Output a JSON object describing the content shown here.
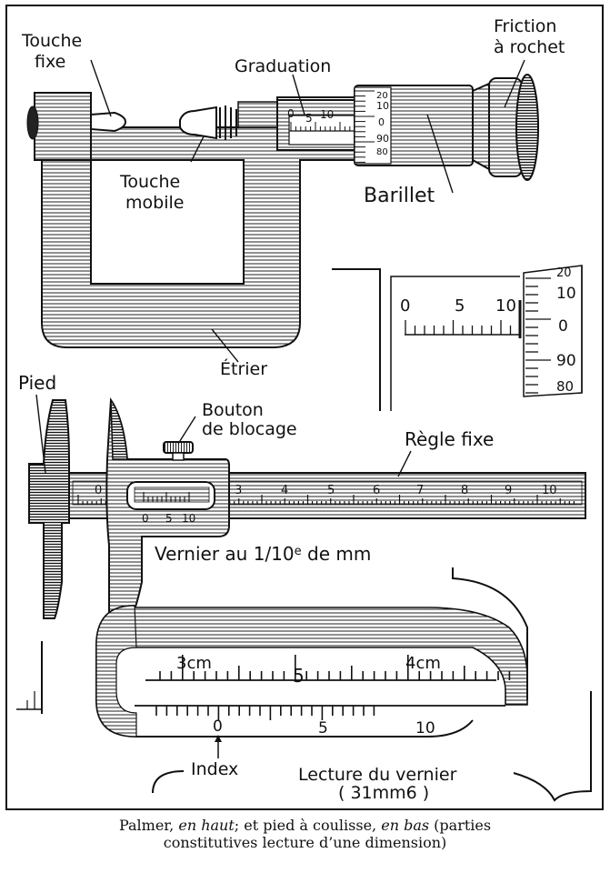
{
  "palmer": {
    "labels": {
      "touche_fixe_1": "Touche",
      "touche_fixe_2": "fixe",
      "graduation": "Graduation",
      "friction_1": "Friction",
      "friction_2": "à rochet",
      "touche_mobile_1": "Touche",
      "touche_mobile_2": "mobile",
      "barillet": "Barillet",
      "etrier": "Étrier"
    },
    "sleeve_scale": [
      "0",
      "5",
      "10"
    ],
    "thimble_scale": [
      "20",
      "10",
      "0",
      "90",
      "80"
    ]
  },
  "palmer_detail": {
    "main_scale": [
      "0",
      "5",
      "10"
    ],
    "thimble_scale": [
      "20",
      "10",
      "0",
      "90",
      "80"
    ]
  },
  "caliper": {
    "labels": {
      "pied": "Pied",
      "bouton_1": "Bouton",
      "bouton_2": "de blocage",
      "regle_fixe": "Règle fixe",
      "vernier_prefix": "Vernier au ",
      "vernier_frac": "1/10",
      "vernier_sup": "e",
      "vernier_suffix": " de mm"
    },
    "rule_numbers": [
      "0",
      "3",
      "4",
      "5",
      "6",
      "7",
      "8",
      "9",
      "10"
    ],
    "vernier_numbers": [
      "0",
      "5",
      "10"
    ]
  },
  "caliper_detail": {
    "main_numbers": [
      "3cm",
      "5",
      "4cm"
    ],
    "vernier_numbers": [
      "0",
      "5",
      "10"
    ],
    "index_label": "Index",
    "reading_line1": "Lecture du vernier",
    "reading_line2": "( 31mm6 )"
  },
  "caption": {
    "part1": "Palmer, ",
    "part2": "en haut",
    "part3": "; et pied à coulisse, ",
    "part4": "en bas",
    "part5": " (parties",
    "line2": "constitutives  lecture d’une dimension)"
  }
}
